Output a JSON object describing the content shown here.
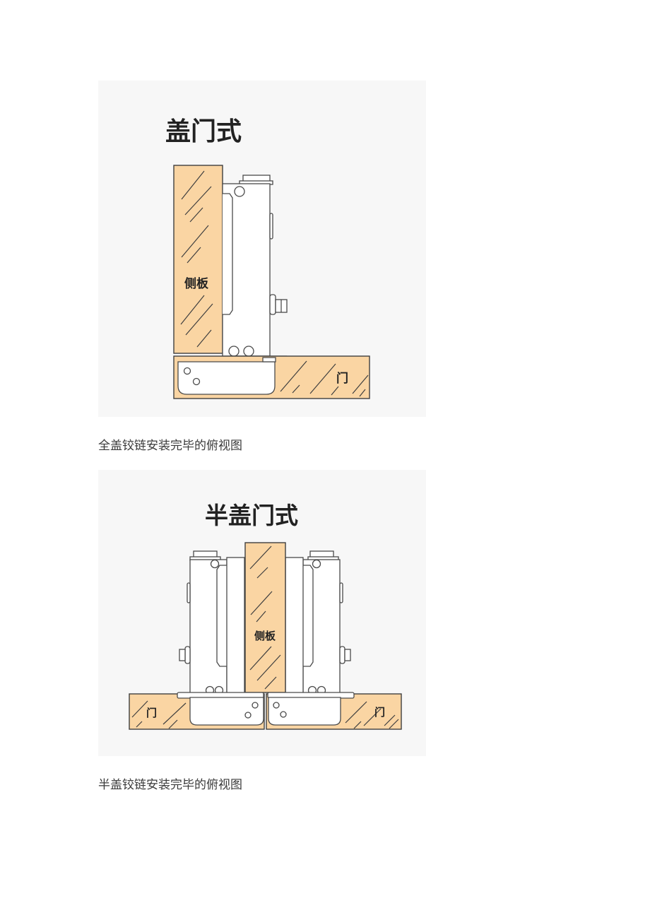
{
  "figures": [
    {
      "title": "盖门式",
      "side_panel_label": "侧板",
      "door_label": "门",
      "caption": "全盖铰链安装完毕的俯视图"
    },
    {
      "title": "半盖门式",
      "side_panel_label": "侧板",
      "door_label": "门",
      "caption": "半盖铰链安装完毕的俯视图"
    }
  ],
  "colors": {
    "wood": "#fad5a3",
    "background": "#f7f7f7",
    "outline": "#3f3f3f"
  }
}
